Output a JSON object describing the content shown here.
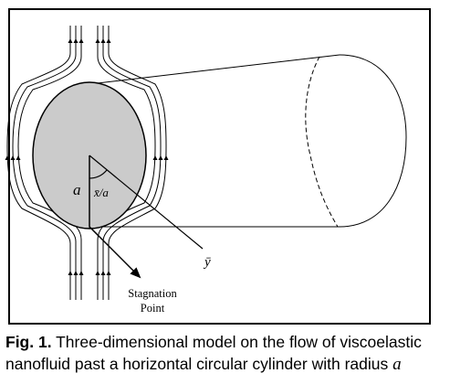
{
  "figure": {
    "labels": {
      "radius": "a",
      "angle": "x̄/a",
      "axis_y": "ȳ",
      "stagnation_line1": "Stagnation",
      "stagnation_line2": "Point"
    },
    "colors": {
      "cylinder_fill": "#cbcbcb",
      "line": "#000000"
    }
  },
  "caption": {
    "label": "Fig. 1.",
    "text_line1": " Three-dimensional model on the flow of viscoelastic",
    "text_line2": "nanofluid past a horizontal circular cylinder with radius ",
    "radius_symbol": "a"
  }
}
